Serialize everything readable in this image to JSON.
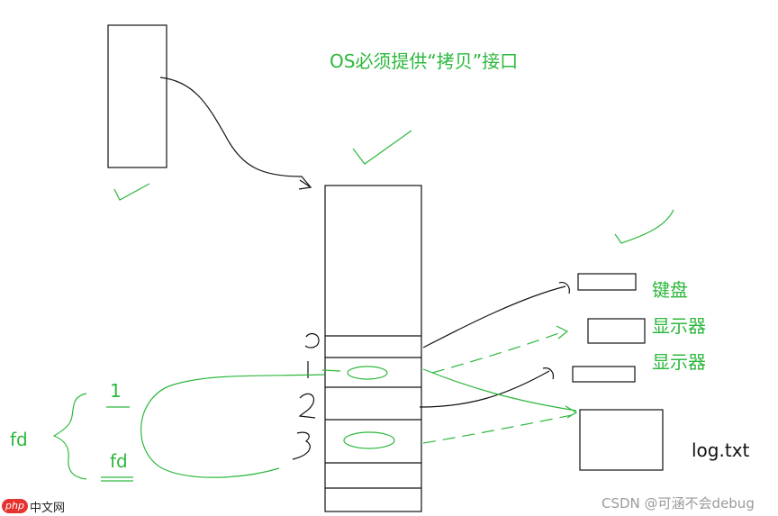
{
  "title": "OS必须提供“拷贝”接口",
  "devices": {
    "keyboard": "键盘",
    "monitor_1": "显示器",
    "monitor_2": "显示器"
  },
  "file_label": "log.txt",
  "fd_brace_label": "fd",
  "fd_arg_one": "1",
  "fd_arg_fd": "fd",
  "watermark": "CSDN @可涵不会debug",
  "site_logo": {
    "badge": "php",
    "text": "中文网"
  },
  "colors": {
    "ink_black": "#111111",
    "ink_green": "#2db83d",
    "watermark": "#9a9a9a",
    "logo_red": "#e3342f"
  }
}
